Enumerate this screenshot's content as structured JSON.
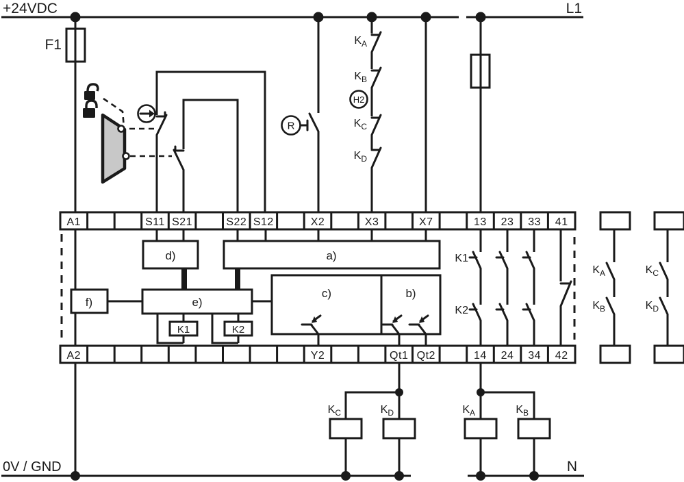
{
  "diagram": {
    "power": {
      "dc_rail_label": "+24VDC",
      "fuse_label": "F1",
      "l1_label": "L1",
      "gnd_label": "0V / GND",
      "neutral_label": "N"
    },
    "monitoring": {
      "reset_label": "R",
      "lamp_label": "H2",
      "contacts": [
        {
          "base": "K",
          "sub": "A"
        },
        {
          "base": "K",
          "sub": "B"
        },
        {
          "base": "K",
          "sub": "C"
        },
        {
          "base": "K",
          "sub": "D"
        }
      ]
    },
    "terminals": {
      "top": [
        "A1",
        "",
        "",
        "S11",
        "S21",
        "",
        "S22",
        "S12",
        "",
        "X2",
        "",
        "X3",
        "",
        "X7",
        "",
        "13",
        "23",
        "33",
        "41"
      ],
      "bottom": [
        "A2",
        "",
        "",
        "",
        "",
        "",
        "",
        "",
        "",
        "Y2",
        "",
        "",
        "Qt1",
        "Qt2",
        "",
        "14",
        "24",
        "34",
        "42"
      ]
    },
    "module": {
      "block_a": "a)",
      "block_b": "b)",
      "block_c": "c)",
      "block_d": "d)",
      "block_e": "e)",
      "block_f": "f)",
      "relay_k1": "K1",
      "relay_k2": "K2",
      "contact_row_k1": "K1",
      "contact_row_k2": "K2"
    },
    "external_contacts": {
      "ka": {
        "base": "K",
        "sub": "A"
      },
      "kb": {
        "base": "K",
        "sub": "B"
      },
      "kc": {
        "base": "K",
        "sub": "C"
      },
      "kd": {
        "base": "K",
        "sub": "D"
      }
    },
    "coils": {
      "kc": {
        "base": "K",
        "sub": "C"
      },
      "kd": {
        "base": "K",
        "sub": "D"
      },
      "ka": {
        "base": "K",
        "sub": "A"
      },
      "kb": {
        "base": "K",
        "sub": "B"
      }
    },
    "colors": {
      "line": "#1a1a1a",
      "actuator_fill": "#c8c8c8",
      "background": "#ffffff"
    }
  }
}
